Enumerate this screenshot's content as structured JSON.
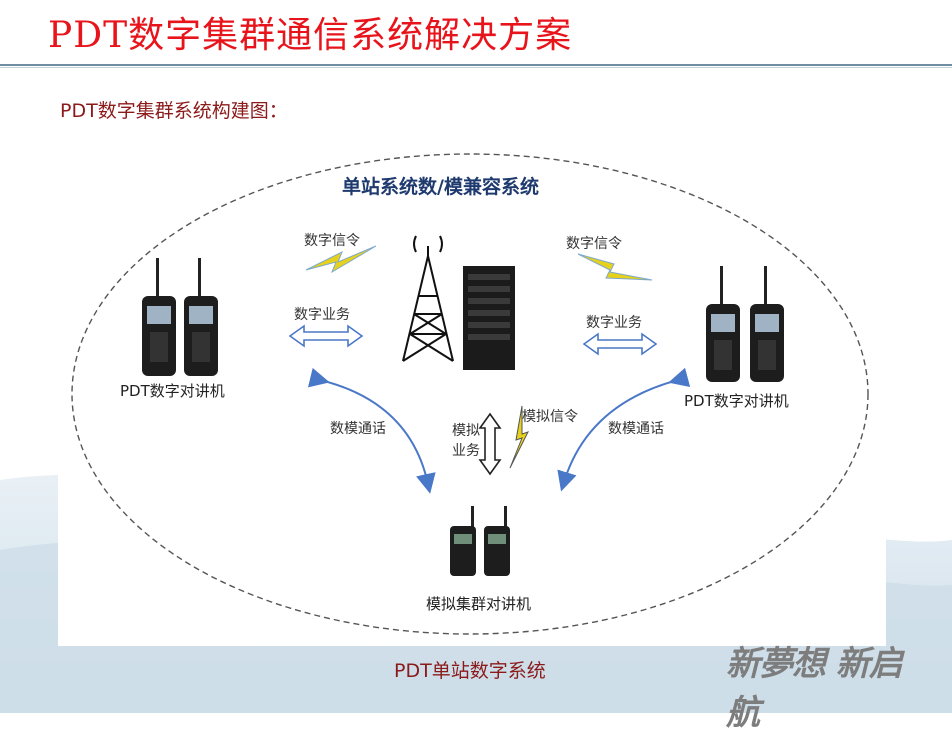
{
  "header": {
    "title": "PDT数字集群通信系统解决方案",
    "subtitle": "PDT数字集群系统构建图："
  },
  "diagram": {
    "heading": "单站系统数/模兼容系统",
    "labels": {
      "digital_signal_left": "数字信令",
      "digital_signal_right": "数字信令",
      "digital_service_left": "数字业务",
      "digital_service_right": "数字业务",
      "pdt_radio_left": "PDT数字对讲机",
      "pdt_radio_right": "PDT数字对讲机",
      "dm_call_left": "数模通话",
      "dm_call_right": "数模通话",
      "analog_service_1": "模拟",
      "analog_service_2": "业务",
      "analog_signal": "模拟信令",
      "analog_radio": "模拟集群对讲机"
    },
    "caption": "PDT单站数字系统"
  },
  "footer": {
    "slogan": "新夢想 新启航"
  },
  "colors": {
    "title": "#e8141b",
    "subtitle": "#8b1a1a",
    "heading": "#1f3a6e",
    "arrow": "#4a78c8",
    "lightning": "#e6d21c"
  }
}
